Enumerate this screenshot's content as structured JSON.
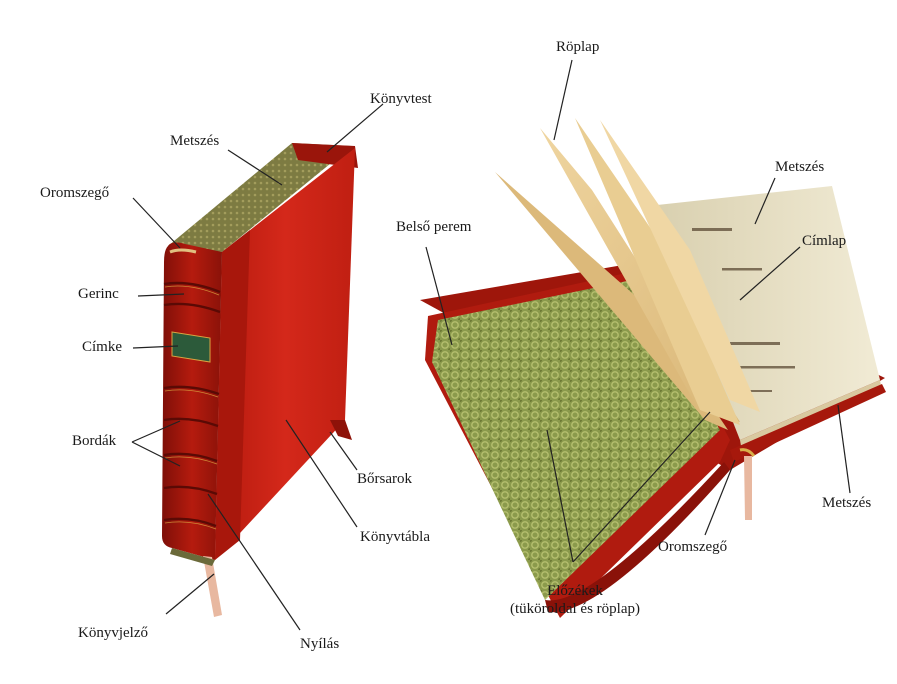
{
  "labels": {
    "metszes_left": "Metszés",
    "konyvtest": "Könyvtest",
    "oromszego_left": "Oromszegő",
    "gerinc": "Gerinc",
    "cimke": "Címke",
    "bordak": "Bordák",
    "borsarok": "Bőrsarok",
    "konyvtabla": "Könyvtábla",
    "konyvjelzo": "Könyvjelző",
    "nyilas": "Nyílás",
    "roplap": "Röplap",
    "metszes_right_top": "Metszés",
    "belso_perem": "Belső perem",
    "cimlap": "Címlap",
    "metszes_right_bottom": "Metszés",
    "oromszego_right": "Oromszegő",
    "elozekek_line1": "Előzékek",
    "elozekek_line2": "(tüköroldal és röplap)"
  },
  "colors": {
    "cover_red": "#c41d10",
    "cover_dark_red": "#8e1209",
    "spine_red": "#a8170c",
    "page_edge_green": "#7a7a3c",
    "endpaper_green": "#8b9a4c",
    "flyleaf_tan": "#e7c98e",
    "title_page_cream": "#ece4cb",
    "label_green": "#2c5a3a",
    "bookmark": "#e8b8a0",
    "leader_line": "#222222"
  }
}
